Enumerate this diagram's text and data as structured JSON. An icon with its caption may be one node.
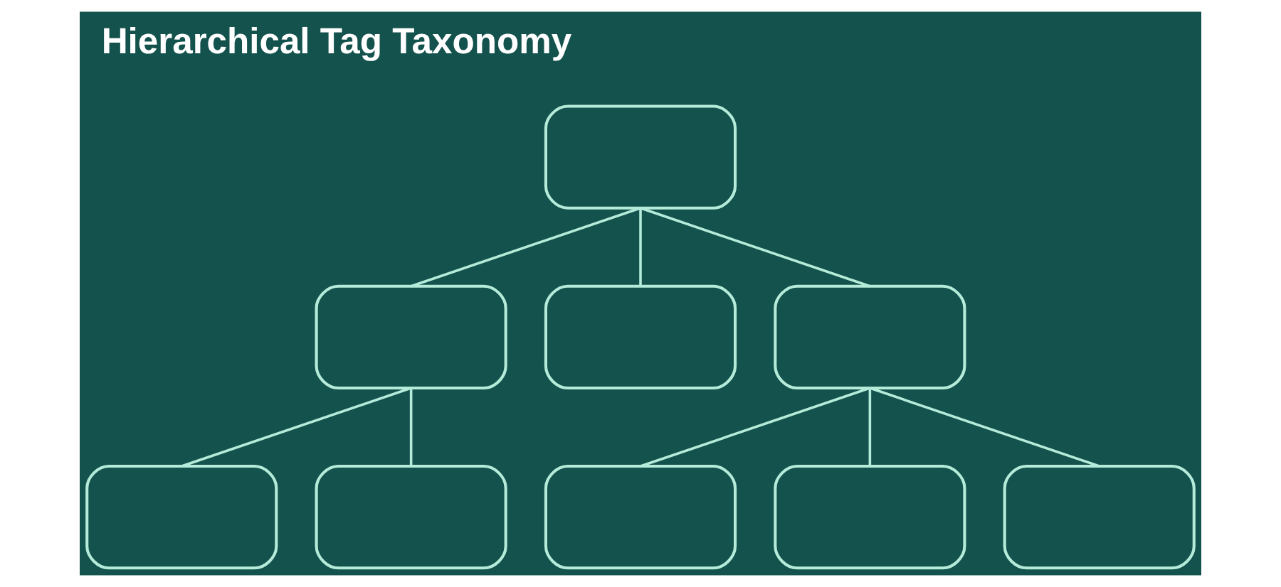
{
  "diagram": {
    "title": "Hierarchical Tag Taxonomy",
    "nodes": [
      {
        "text": [],
        "shape": "box"
      },
      {
        "text": [],
        "shape": "box"
      },
      {
        "text": [],
        "shape": "box"
      },
      {
        "text": [],
        "shape": "box"
      },
      {
        "text": [],
        "shape": "box"
      },
      {
        "text": [],
        "shape": "box"
      },
      {
        "text": [],
        "shape": "box"
      },
      {
        "text": [],
        "shape": "box"
      },
      {
        "text": [],
        "shape": "box"
      }
    ],
    "edges": [
      {
        "from": 0,
        "to": 1,
        "arrow": "none"
      },
      {
        "from": 0,
        "to": 2,
        "arrow": "none"
      },
      {
        "from": 0,
        "to": 3,
        "arrow": "none"
      },
      {
        "from": 1,
        "to": 4,
        "arrow": "none"
      },
      {
        "from": 1,
        "to": 5,
        "arrow": "none"
      },
      {
        "from": 3,
        "to": 6,
        "arrow": "none"
      },
      {
        "from": 3,
        "to": 7,
        "arrow": "none"
      },
      {
        "from": 3,
        "to": 8,
        "arrow": "none"
      }
    ]
  }
}
